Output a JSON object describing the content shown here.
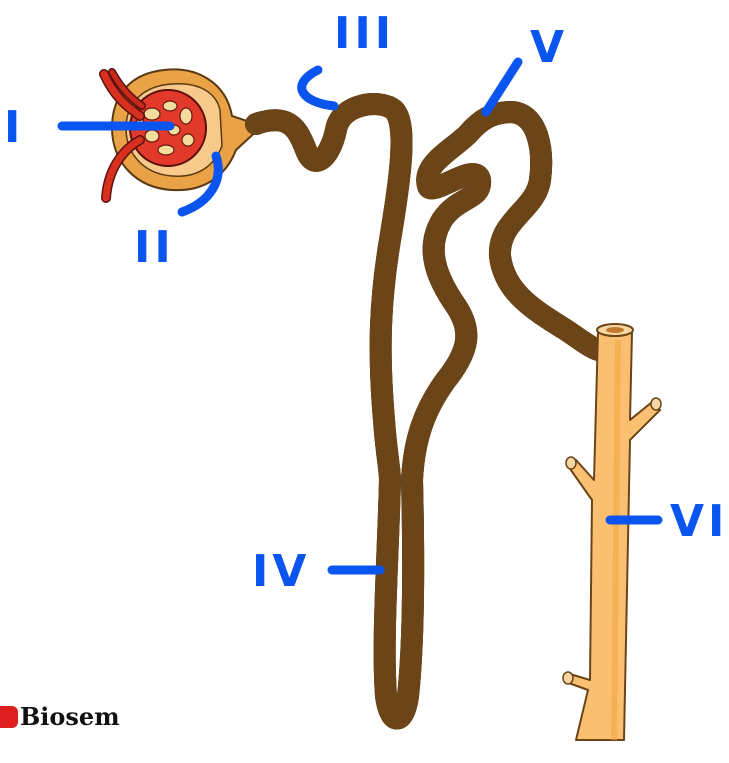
{
  "labels": {
    "renal_corpuscle": "I",
    "bowmans_capsule": "II",
    "proximal_tubule": "III",
    "loop_of_henle": "IV",
    "distal_tubule": "V",
    "collecting_duct": "VI"
  },
  "logo": {
    "text": "Biosem",
    "icon": "youtube-icon"
  },
  "colors": {
    "tubule": "#fbbf72",
    "tubule_outline": "#7a5020",
    "glomerulus": "#e13a2b",
    "label_blue": "#0a55f0",
    "capsule": "#f2b25e"
  }
}
